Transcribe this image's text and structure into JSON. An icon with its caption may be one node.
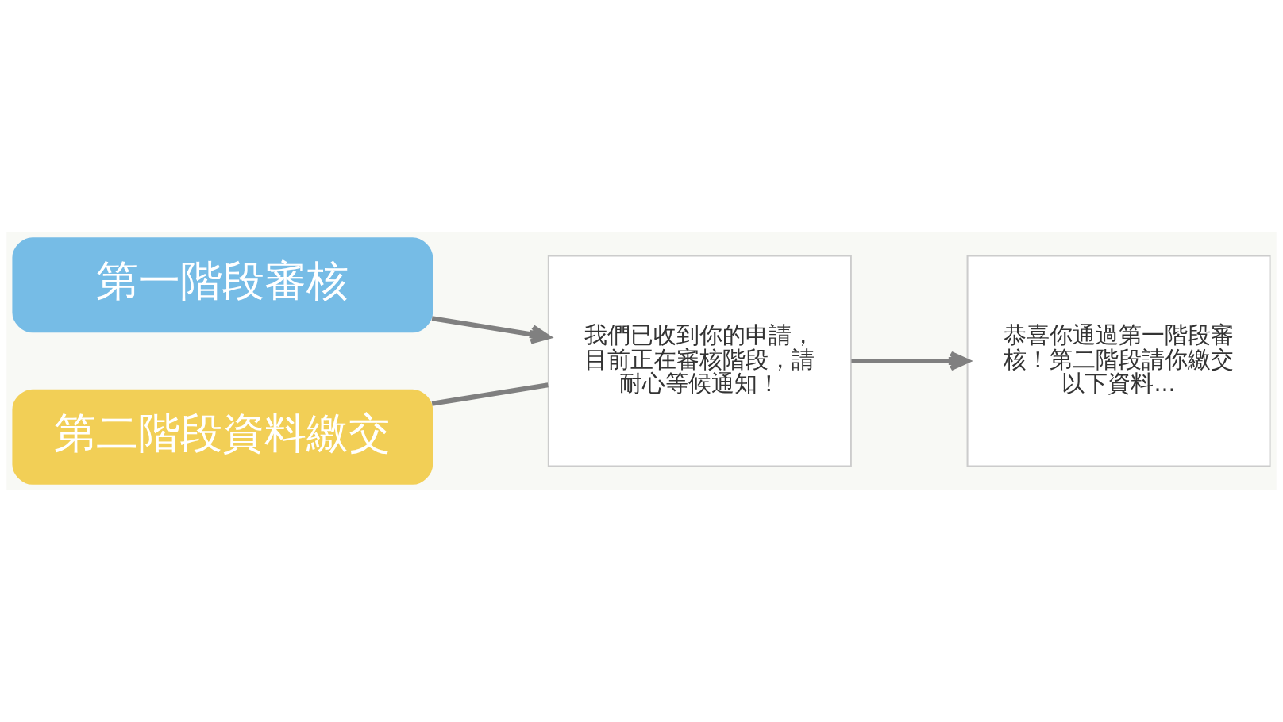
{
  "diagram": {
    "nodes": [
      {
        "text": [
          "第一階段審核"
        ]
      },
      {
        "text": [
          "第二階段資料繳交"
        ]
      },
      {
        "text": [
          "我們已收到你的申請，目前正在審核階段，請耐心等候通知！"
        ]
      },
      {
        "text": [
          "恭喜你通過第一階段審核！第二階段請你繳交以下資料..."
        ]
      }
    ],
    "edges": [
      {
        "from": 0,
        "to": 2,
        "arrow": "to"
      },
      {
        "from": 1,
        "to": 2,
        "arrow": "none"
      },
      {
        "from": 2,
        "to": 3,
        "arrow": "to"
      }
    ]
  }
}
